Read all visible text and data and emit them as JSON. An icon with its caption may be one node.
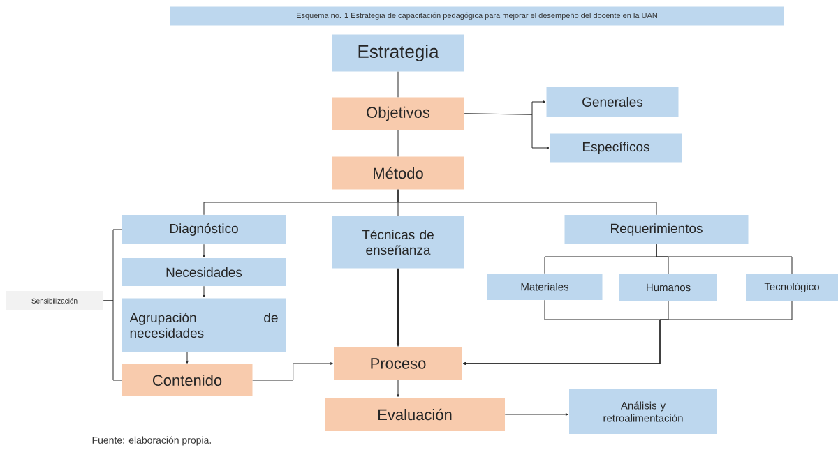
{
  "diagram": {
    "title": "Esquema no. 1 Estrategia de capacitación pedagógica para mejorar el desempeño del docente en la UAN",
    "caption": "Fuente: elaboración propia.",
    "nodes": [
      {
        "text": [
          "Estrategia"
        ]
      },
      {
        "text": [
          "Objetivos"
        ]
      },
      {
        "text": [
          "Generales"
        ]
      },
      {
        "text": [
          "Específicos"
        ]
      },
      {
        "text": [
          "Método"
        ]
      },
      {
        "text": [
          "Diagnóstico"
        ]
      },
      {
        "text": [
          "Técnicas de enseñanza"
        ]
      },
      {
        "text": [
          "Requerimientos"
        ]
      },
      {
        "text": [
          "Necesidades"
        ]
      },
      {
        "text": [
          "Agrupación de necesidades"
        ]
      },
      {
        "text": [
          "Materiales"
        ]
      },
      {
        "text": [
          "Humanos"
        ]
      },
      {
        "text": [
          "Tecnológico"
        ]
      },
      {
        "text": [
          "Sensibilización"
        ]
      },
      {
        "text": [
          "Contenido"
        ]
      },
      {
        "text": [
          "Proceso"
        ]
      },
      {
        "text": [
          "Evaluación"
        ]
      },
      {
        "text": [
          "Análisis y retroalimentación"
        ]
      }
    ],
    "edges": [
      {
        "from": 0,
        "to": 1,
        "arrow": "none"
      },
      {
        "from": 1,
        "to": 4,
        "arrow": "none"
      },
      {
        "from": 1,
        "to": 2,
        "arrow": "to"
      },
      {
        "from": 1,
        "to": 3,
        "arrow": "to"
      },
      {
        "from": 4,
        "to": 5,
        "arrow": "none"
      },
      {
        "from": 4,
        "to": 6,
        "arrow": "none"
      },
      {
        "from": 4,
        "to": 7,
        "arrow": "none"
      },
      {
        "from": 5,
        "to": 8,
        "arrow": "to"
      },
      {
        "from": 8,
        "to": 9,
        "arrow": "to"
      },
      {
        "from": 9,
        "to": 14,
        "arrow": "to"
      },
      {
        "from": 13,
        "to": 5,
        "arrow": "none"
      },
      {
        "from": 13,
        "to": 14,
        "arrow": "none"
      },
      {
        "from": 6,
        "to": 15,
        "arrow": "to",
        "style": "thick"
      },
      {
        "from": 7,
        "to": 10,
        "arrow": "none"
      },
      {
        "from": 7,
        "to": 11,
        "arrow": "none"
      },
      {
        "from": 7,
        "to": 12,
        "arrow": "none"
      },
      {
        "from": 10,
        "to": 15,
        "arrow": "to"
      },
      {
        "from": 11,
        "to": 15,
        "arrow": "to"
      },
      {
        "from": 12,
        "to": 15,
        "arrow": "to"
      },
      {
        "from": 14,
        "to": 15,
        "arrow": "to"
      },
      {
        "from": 15,
        "to": 16,
        "arrow": "to"
      },
      {
        "from": 16,
        "to": 17,
        "arrow": "to"
      }
    ]
  }
}
